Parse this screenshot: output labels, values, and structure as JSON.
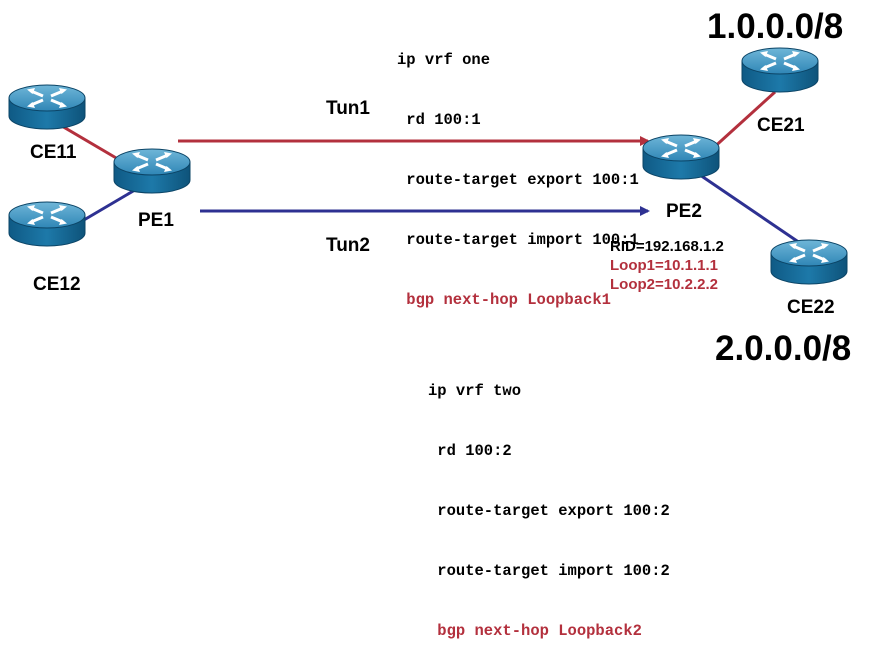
{
  "colors": {
    "vrf_one_link": "#b3303d",
    "vrf_two_link": "#2e3192",
    "router_body": "#1a6f9e",
    "highlight_text": "#b3303d"
  },
  "icons": {
    "router": "router-icon"
  },
  "nodes": {
    "ce11": "CE11",
    "ce12": "CE12",
    "pe1": "PE1",
    "pe2": "PE2",
    "ce21": "CE21",
    "ce22": "CE22"
  },
  "tunnels": {
    "tun1": "Tun1",
    "tun2": "Tun2"
  },
  "prefixes": {
    "top": "1.0.0.0/8",
    "bottom": "2.0.0.0/8"
  },
  "pe2_info": {
    "rid": "RID=192.168.1.2",
    "loop1": "Loop1=10.1.1.1",
    "loop2": "Loop2=10.2.2.2"
  },
  "vrf_one": {
    "line1": "ip vrf one",
    "line2": " rd 100:1",
    "line3": " route-target export 100:1",
    "line4": " route-target import 100:1",
    "line5": " bgp next-hop Loopback1"
  },
  "vrf_two": {
    "line1": "ip vrf two",
    "line2": " rd 100:2",
    "line3": " route-target export 100:2",
    "line4": " route-target import 100:2",
    "line5": " bgp next-hop Loopback2"
  }
}
